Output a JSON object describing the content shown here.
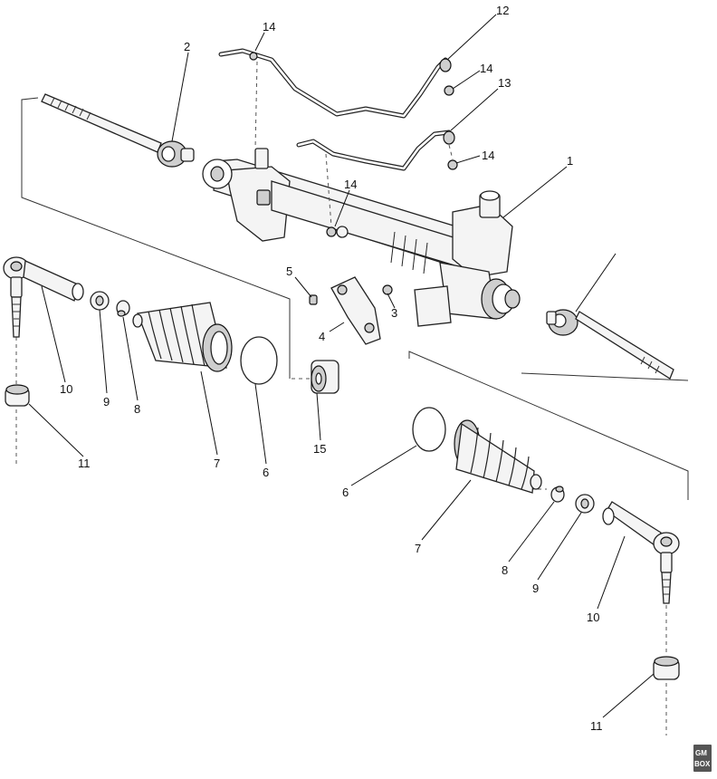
{
  "callouts": [
    {
      "id": "c1",
      "text": "1"
    },
    {
      "id": "c2",
      "text": "2"
    },
    {
      "id": "c3",
      "text": "3"
    },
    {
      "id": "c4",
      "text": "4"
    },
    {
      "id": "c5",
      "text": "5"
    },
    {
      "id": "c6a",
      "text": "6"
    },
    {
      "id": "c6b",
      "text": "6"
    },
    {
      "id": "c7a",
      "text": "7"
    },
    {
      "id": "c7b",
      "text": "7"
    },
    {
      "id": "c8a",
      "text": "8"
    },
    {
      "id": "c8b",
      "text": "8"
    },
    {
      "id": "c9a",
      "text": "9"
    },
    {
      "id": "c9b",
      "text": "9"
    },
    {
      "id": "c10a",
      "text": "10"
    },
    {
      "id": "c10b",
      "text": "10"
    },
    {
      "id": "c11a",
      "text": "11"
    },
    {
      "id": "c11b",
      "text": "11"
    },
    {
      "id": "c12",
      "text": "12"
    },
    {
      "id": "c13",
      "text": "13"
    },
    {
      "id": "c14a",
      "text": "14"
    },
    {
      "id": "c14b",
      "text": "14"
    },
    {
      "id": "c14c",
      "text": "14"
    },
    {
      "id": "c14d",
      "text": "14"
    },
    {
      "id": "c15",
      "text": "15"
    }
  ],
  "logo": {
    "line1": "GM",
    "line2": "BOX"
  }
}
